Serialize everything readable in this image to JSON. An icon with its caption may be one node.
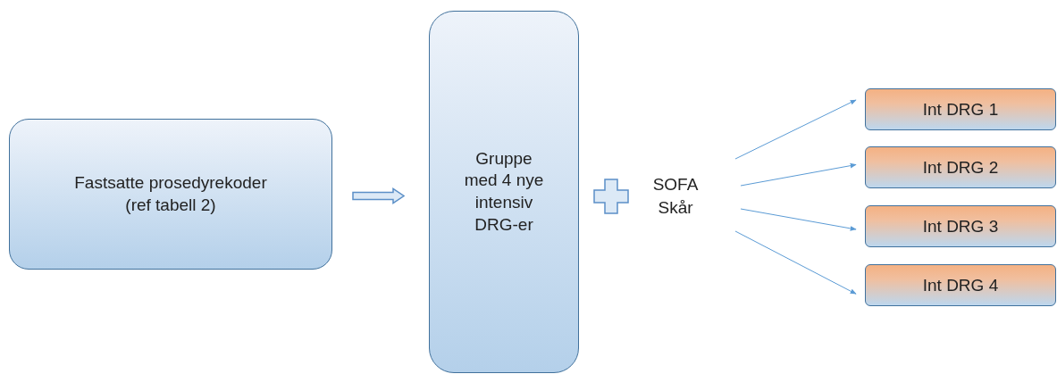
{
  "diagram": {
    "nodes": [
      {
        "text": [
          "Fastsatte prosedyrekoder (ref tabell 2)"
        ]
      },
      {
        "text": [
          "Gruppe med 4 nye intensiv DRG-er"
        ]
      },
      {
        "text": [
          "SOFA Skår"
        ]
      },
      {
        "text": [
          "Int DRG 1"
        ]
      },
      {
        "text": [
          "Int DRG 2"
        ]
      },
      {
        "text": [
          "Int DRG 3"
        ]
      },
      {
        "text": [
          "Int DRG 4"
        ]
      }
    ],
    "edges": [
      {
        "from": 0,
        "to": 1,
        "arrow": "to",
        "style": "thick"
      },
      {
        "from": 2,
        "to": 3,
        "arrow": "to"
      },
      {
        "from": 2,
        "to": 4,
        "arrow": "to"
      },
      {
        "from": 2,
        "to": 5,
        "arrow": "to"
      },
      {
        "from": 2,
        "to": 6,
        "arrow": "to"
      }
    ]
  }
}
